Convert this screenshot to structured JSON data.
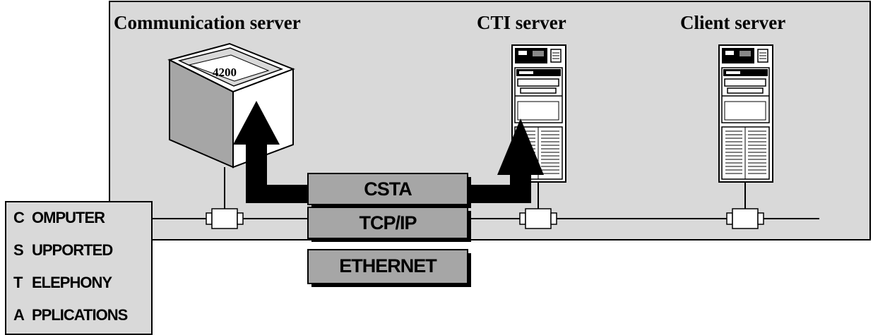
{
  "servers": {
    "communication": "Communication server",
    "cti": "CTI server",
    "client": "Client server"
  },
  "pbx_label": "4200",
  "protocol_stack": {
    "top": "CSTA",
    "middle": "TCP/IP",
    "bottom": "ETHERNET"
  },
  "acronym": [
    {
      "initial": "C",
      "rest": "OMPUTER"
    },
    {
      "initial": "S",
      "rest": "UPPORTED"
    },
    {
      "initial": "T",
      "rest": "ELEPHONY"
    },
    {
      "initial": "A",
      "rest": "PPLICATIONS"
    }
  ],
  "colors": {
    "panel": "#d9d9d9",
    "stack_box": "#a6a6a6",
    "arrow": "#000000",
    "line": "#000000"
  }
}
